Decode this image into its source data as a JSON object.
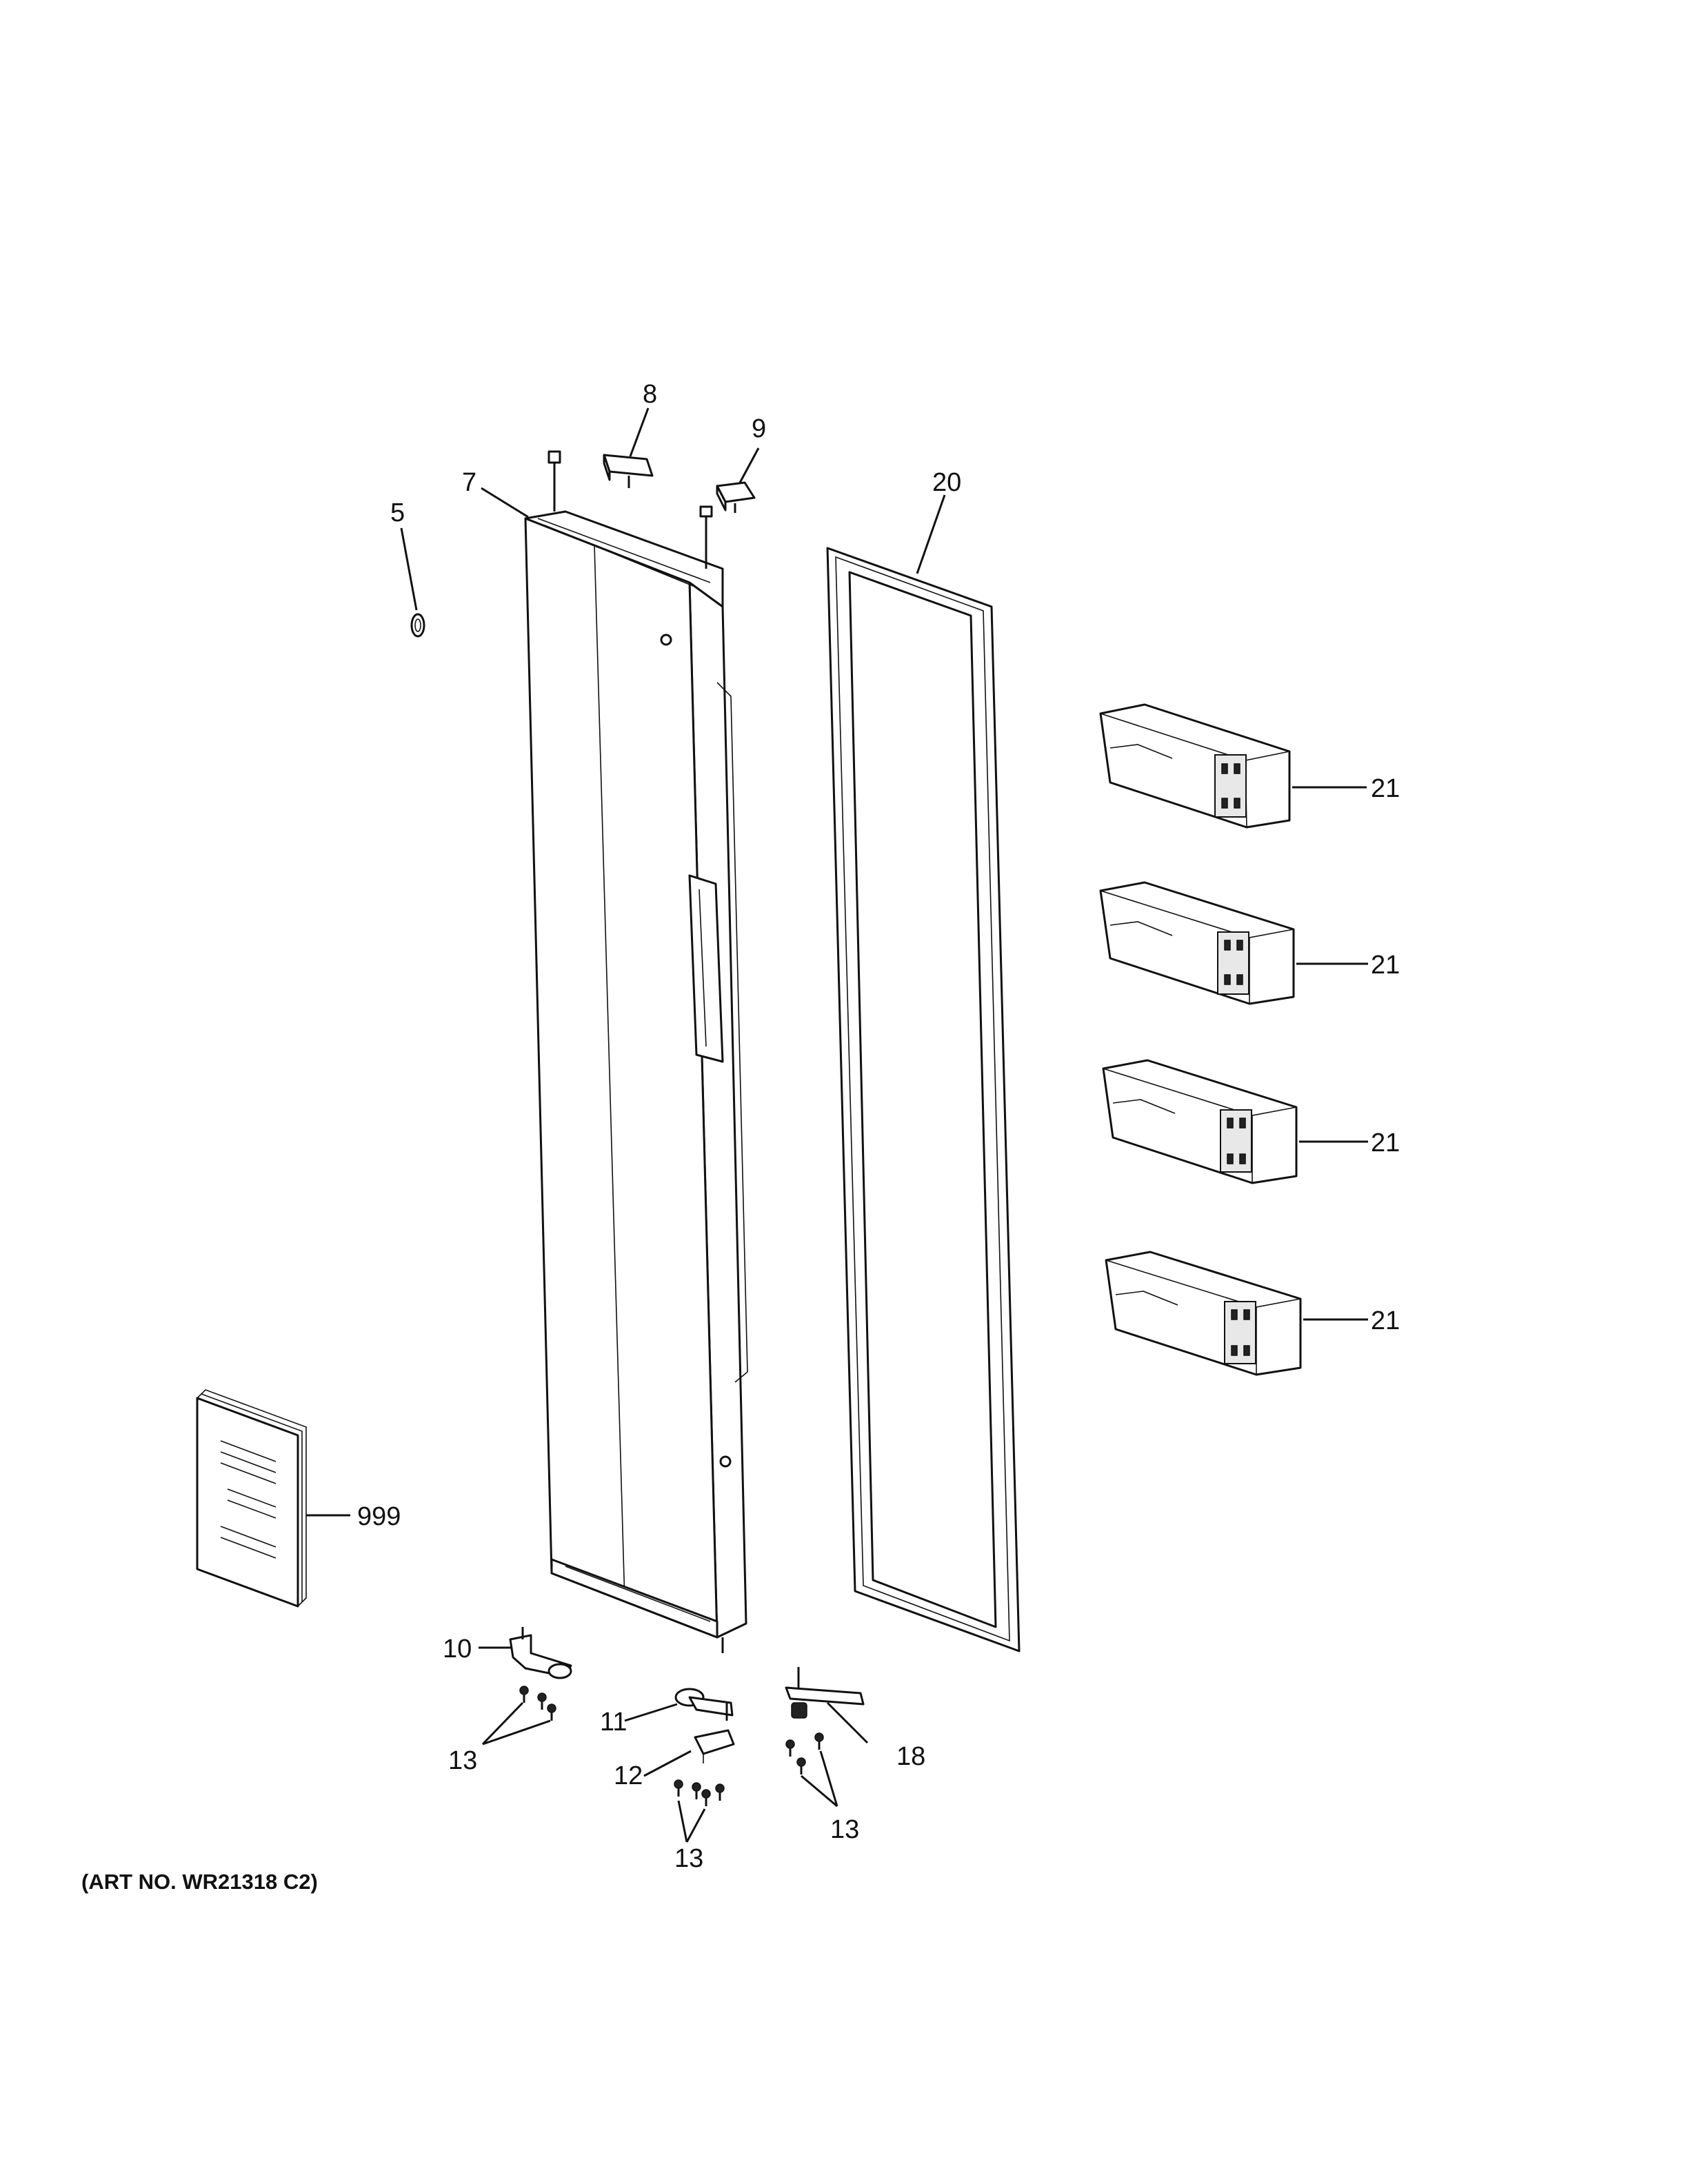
{
  "callouts": {
    "c5": "5",
    "c7": "7",
    "c8": "8",
    "c9": "9",
    "c10": "10",
    "c11": "11",
    "c12": "12",
    "c13a": "13",
    "c13b": "13",
    "c13c": "13",
    "c18": "18",
    "c20": "20",
    "c21a": "21",
    "c21b": "21",
    "c21c": "21",
    "c21d": "21",
    "c999": "999"
  },
  "art_number": "(ART NO. WR21318 C2)"
}
